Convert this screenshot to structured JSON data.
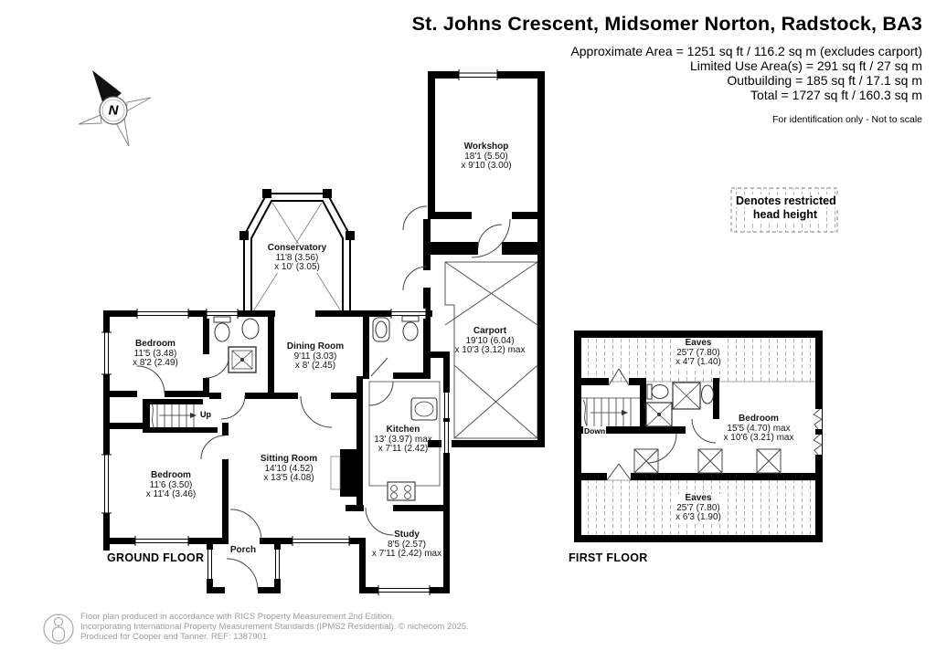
{
  "header": {
    "title": "St. Johns Crescent, Midsomer Norton, Radstock, BA3",
    "area_line1": "Approximate Area = 1251 sq ft / 116.2 sq m (excludes carport)",
    "area_line2": "Limited Use Area(s) = 291 sq ft / 27 sq m",
    "area_line3": "Outbuilding = 185 sq ft / 17.1 sq m",
    "area_line4": "Total = 1727 sq ft / 160.3 sq m",
    "disclaimer": "For identification only - Not to scale"
  },
  "compass": {
    "north_label": "N"
  },
  "legend": {
    "restricted": "Denotes restricted head height"
  },
  "ground_floor": {
    "title": "GROUND FLOOR",
    "stairs_label": "Up",
    "rooms": {
      "workshop": {
        "name": "Workshop",
        "dim1": "18'1 (5.50)",
        "dim2": "x 9'10 (3.00)"
      },
      "conservatory": {
        "name": "Conservatory",
        "dim1": "11'8 (3.56)",
        "dim2": "x 10' (3.05)"
      },
      "carport": {
        "name": "Carport",
        "dim1": "19'10 (6.04)",
        "dim2": "x 10'3 (3.12) max"
      },
      "bedroom1": {
        "name": "Bedroom",
        "dim1": "11'5 (3.48)",
        "dim2": "x 8'2 (2.49)"
      },
      "dining_room": {
        "name": "Dining Room",
        "dim1": "9'11 (3.03)",
        "dim2": "x 8' (2.45)"
      },
      "bedroom2": {
        "name": "Bedroom",
        "dim1": "11'6 (3.50)",
        "dim2": "x 11'4 (3.46)"
      },
      "sitting_room": {
        "name": "Sitting Room",
        "dim1": "14'10 (4.52)",
        "dim2": "x 13'5 (4.08)"
      },
      "kitchen": {
        "name": "Kitchen",
        "dim1": "13' (3.97) max",
        "dim2": "x 7'11 (2.42)"
      },
      "study": {
        "name": "Study",
        "dim1": "8'5 (2.57)",
        "dim2": "x 7'11 (2.42) max"
      },
      "porch": {
        "name": "Porch"
      }
    }
  },
  "first_floor": {
    "title": "FIRST FLOOR",
    "stairs_label": "Down",
    "rooms": {
      "eaves_top": {
        "name": "Eaves",
        "dim1": "25'7 (7.80)",
        "dim2": "x 4'7 (1.40)"
      },
      "bedroom": {
        "name": "Bedroom",
        "dim1": "15'5 (4.70) max",
        "dim2": "x 10'6 (3.21) max"
      },
      "eaves_bottom": {
        "name": "Eaves",
        "dim1": "25'7 (7.80)",
        "dim2": "x 6'3 (1.90)"
      }
    }
  },
  "footer": {
    "line1": "Floor plan produced in accordance with RICS Property Measurement 2nd Edition,",
    "line2": "Incorporating International Property Measurement Standards (IPMS2 Residential).   © nichecom 2025.",
    "line3": "Produced for Cooper and Tanner.   REF: 1387901"
  },
  "colors": {
    "wall": "#000000",
    "thin_line": "#444444",
    "hatch_line": "#b5b5b5",
    "footer_text": "#9b9b9b"
  }
}
